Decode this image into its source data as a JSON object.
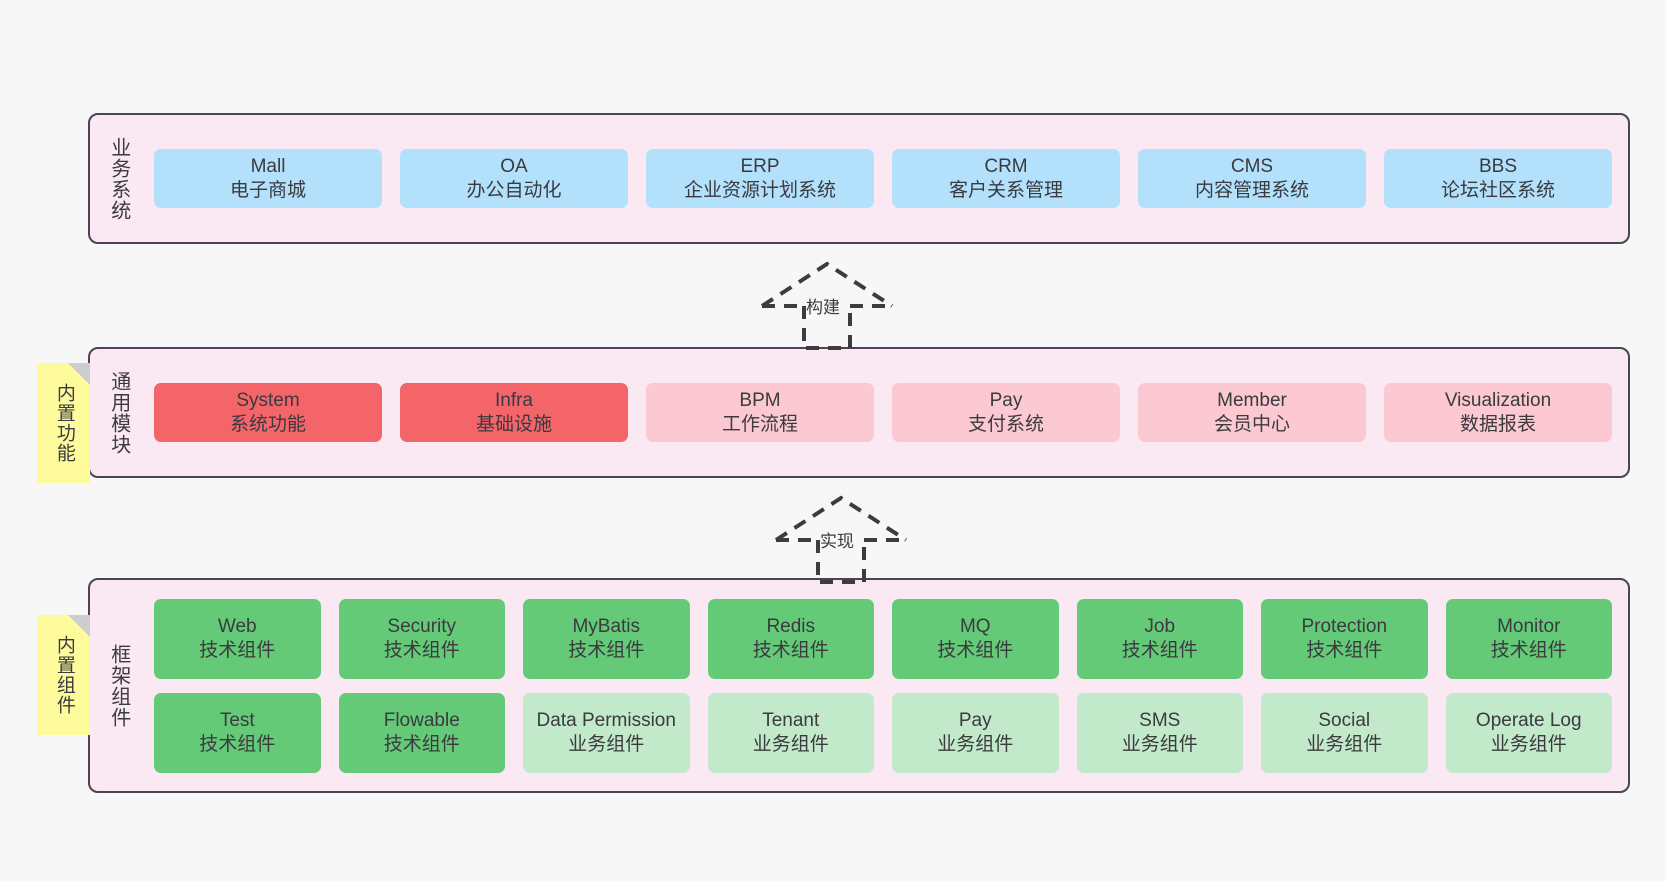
{
  "diagram": {
    "title": "",
    "background": "#f7f7f7",
    "panel_fill": "#fae8f3",
    "panel_border": "#4a4453",
    "colors": {
      "business": "#b3e0fb",
      "module_core": "#f4656a",
      "module_plain": "#fcc8d2",
      "tech_component": "#64ca78",
      "biz_component": "#c2e9ca",
      "sticky": "#fdfb9c",
      "sticky_fold": "#cdcdcd",
      "text": "#3a3a3f"
    }
  },
  "layers": [
    {
      "key": "business",
      "title": "业务系统",
      "sticky": null,
      "rows": [
        [
          {
            "name": "Mall",
            "desc": "电子商城",
            "style": "blue"
          },
          {
            "name": "OA",
            "desc": "办公自动化",
            "style": "blue"
          },
          {
            "name": "ERP",
            "desc": "企业资源计划系统",
            "style": "blue"
          },
          {
            "name": "CRM",
            "desc": "客户关系管理",
            "style": "blue"
          },
          {
            "name": "CMS",
            "desc": "内容管理系统",
            "style": "blue"
          },
          {
            "name": "BBS",
            "desc": "论坛社区系统",
            "style": "blue"
          }
        ]
      ]
    },
    {
      "key": "module",
      "title": "通用模块",
      "sticky": "内置功能",
      "rows": [
        [
          {
            "name": "System",
            "desc": "系统功能",
            "style": "red"
          },
          {
            "name": "Infra",
            "desc": "基础设施",
            "style": "red"
          },
          {
            "name": "BPM",
            "desc": "工作流程",
            "style": "pink"
          },
          {
            "name": "Pay",
            "desc": "支付系统",
            "style": "pink"
          },
          {
            "name": "Member",
            "desc": "会员中心",
            "style": "pink"
          },
          {
            "name": "Visualization",
            "desc": "数据报表",
            "style": "pink"
          }
        ]
      ]
    },
    {
      "key": "framework",
      "title": "框架组件",
      "sticky": "内置组件",
      "rows": [
        [
          {
            "name": "Web",
            "desc": "技术组件",
            "style": "green"
          },
          {
            "name": "Security",
            "desc": "技术组件",
            "style": "green"
          },
          {
            "name": "MyBatis",
            "desc": "技术组件",
            "style": "green"
          },
          {
            "name": "Redis",
            "desc": "技术组件",
            "style": "green"
          },
          {
            "name": "MQ",
            "desc": "技术组件",
            "style": "green"
          },
          {
            "name": "Job",
            "desc": "技术组件",
            "style": "green"
          },
          {
            "name": "Protection",
            "desc": "技术组件",
            "style": "green"
          },
          {
            "name": "Monitor",
            "desc": "技术组件",
            "style": "green"
          }
        ],
        [
          {
            "name": "Test",
            "desc": "技术组件",
            "style": "green"
          },
          {
            "name": "Flowable",
            "desc": "技术组件",
            "style": "green"
          },
          {
            "name": "Data Permission",
            "desc": "业务组件",
            "style": "lightgreen"
          },
          {
            "name": "Tenant",
            "desc": "业务组件",
            "style": "lightgreen"
          },
          {
            "name": "Pay",
            "desc": "业务组件",
            "style": "lightgreen"
          },
          {
            "name": "SMS",
            "desc": "业务组件",
            "style": "lightgreen"
          },
          {
            "name": "Social",
            "desc": "业务组件",
            "style": "lightgreen"
          },
          {
            "name": "Operate Log",
            "desc": "业务组件",
            "style": "lightgreen"
          }
        ]
      ]
    }
  ],
  "connectors": [
    {
      "key": "build",
      "label": "构建"
    },
    {
      "key": "implement",
      "label": "实现"
    }
  ]
}
